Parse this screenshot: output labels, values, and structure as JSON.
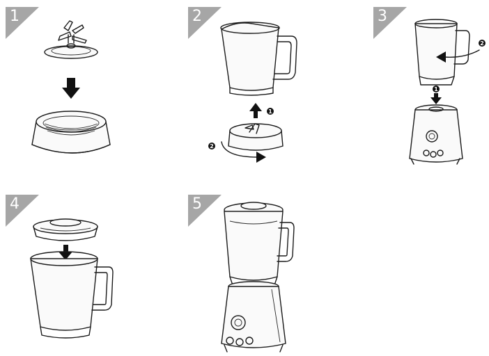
{
  "steps": [
    {
      "number": "1"
    },
    {
      "number": "2",
      "callouts": [
        "1",
        "2"
      ]
    },
    {
      "number": "3",
      "callouts": [
        "2",
        "1"
      ]
    },
    {
      "number": "4"
    },
    {
      "number": "5"
    }
  ],
  "colors": {
    "badge": "#a6a6a6",
    "line": "#1a1a1a",
    "background": "#ffffff"
  }
}
